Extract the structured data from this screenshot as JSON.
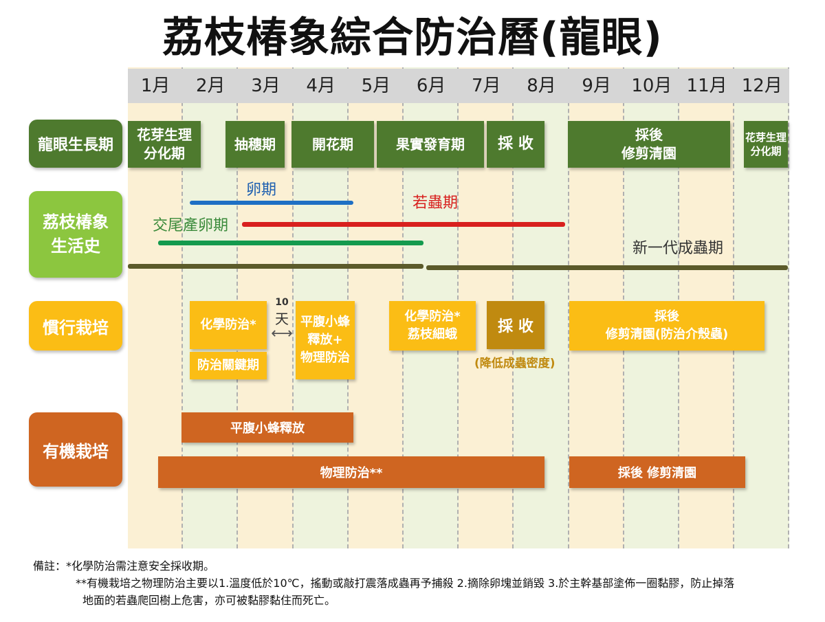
{
  "title": "荔枝椿象綜合防治曆(龍眼)",
  "months": [
    "1月",
    "2月",
    "3月",
    "4月",
    "5月",
    "6月",
    "7月",
    "8月",
    "9月",
    "10月",
    "11月",
    "12月"
  ],
  "rows": {
    "growth": "龍眼生長期",
    "lifecycle": "荔枝椿象\n生活史",
    "conventional": "慣行栽培",
    "organic": "有機栽培"
  },
  "growth_stages": [
    {
      "label": "花芽生理\n分化期"
    },
    {
      "label": "抽穗期"
    },
    {
      "label": "開花期"
    },
    {
      "label": "果實發育期"
    },
    {
      "label": "採 收"
    },
    {
      "label": "採後\n修剪清園"
    },
    {
      "label": "花芽生理\n分化期"
    }
  ],
  "lifecycle": {
    "egg": "卵期",
    "nymph": "若蟲期",
    "mating": "交尾產卵期",
    "new_adult": "新一代成蟲期"
  },
  "conventional": {
    "chem1": "化學防治*",
    "key": "防治關鍵期",
    "interval_num": "10",
    "interval_unit": "天",
    "wasp": "平腹小蜂\n釋放+\n物理防治",
    "chem2": "化學防治*\n荔枝細蛾",
    "harvest": "採 收",
    "harvest_note": "(降低成蟲密度)",
    "post": "採後\n修剪清園(防治介殼蟲)"
  },
  "organic": {
    "wasp": "平腹小蜂釋放",
    "physical": "物理防治**",
    "post": "採後 修剪清園"
  },
  "notes": {
    "line1": "備註：*化學防治需注意安全採收期。",
    "line2": "**有機栽培之物理防治主要以1.溫度低於10℃，搖動或敲打震落成蟲再予捕殺 2.摘除卵塊並銷毀 3.於主幹基部塗佈一圈黏膠，防止掉落",
    "line3": "地面的若蟲爬回樹上危害，亦可被黏膠黏住而死亡。"
  },
  "colors": {
    "growth_dark": "#4e7a2e",
    "lifecycle_light": "#8cc63f",
    "conventional": "#fbbd15",
    "organic": "#cf6521",
    "egg_line": "#1e6fc4",
    "nymph_line": "#d8201e",
    "mating_line": "#149a4e",
    "adult_line": "#5b5a2a"
  }
}
